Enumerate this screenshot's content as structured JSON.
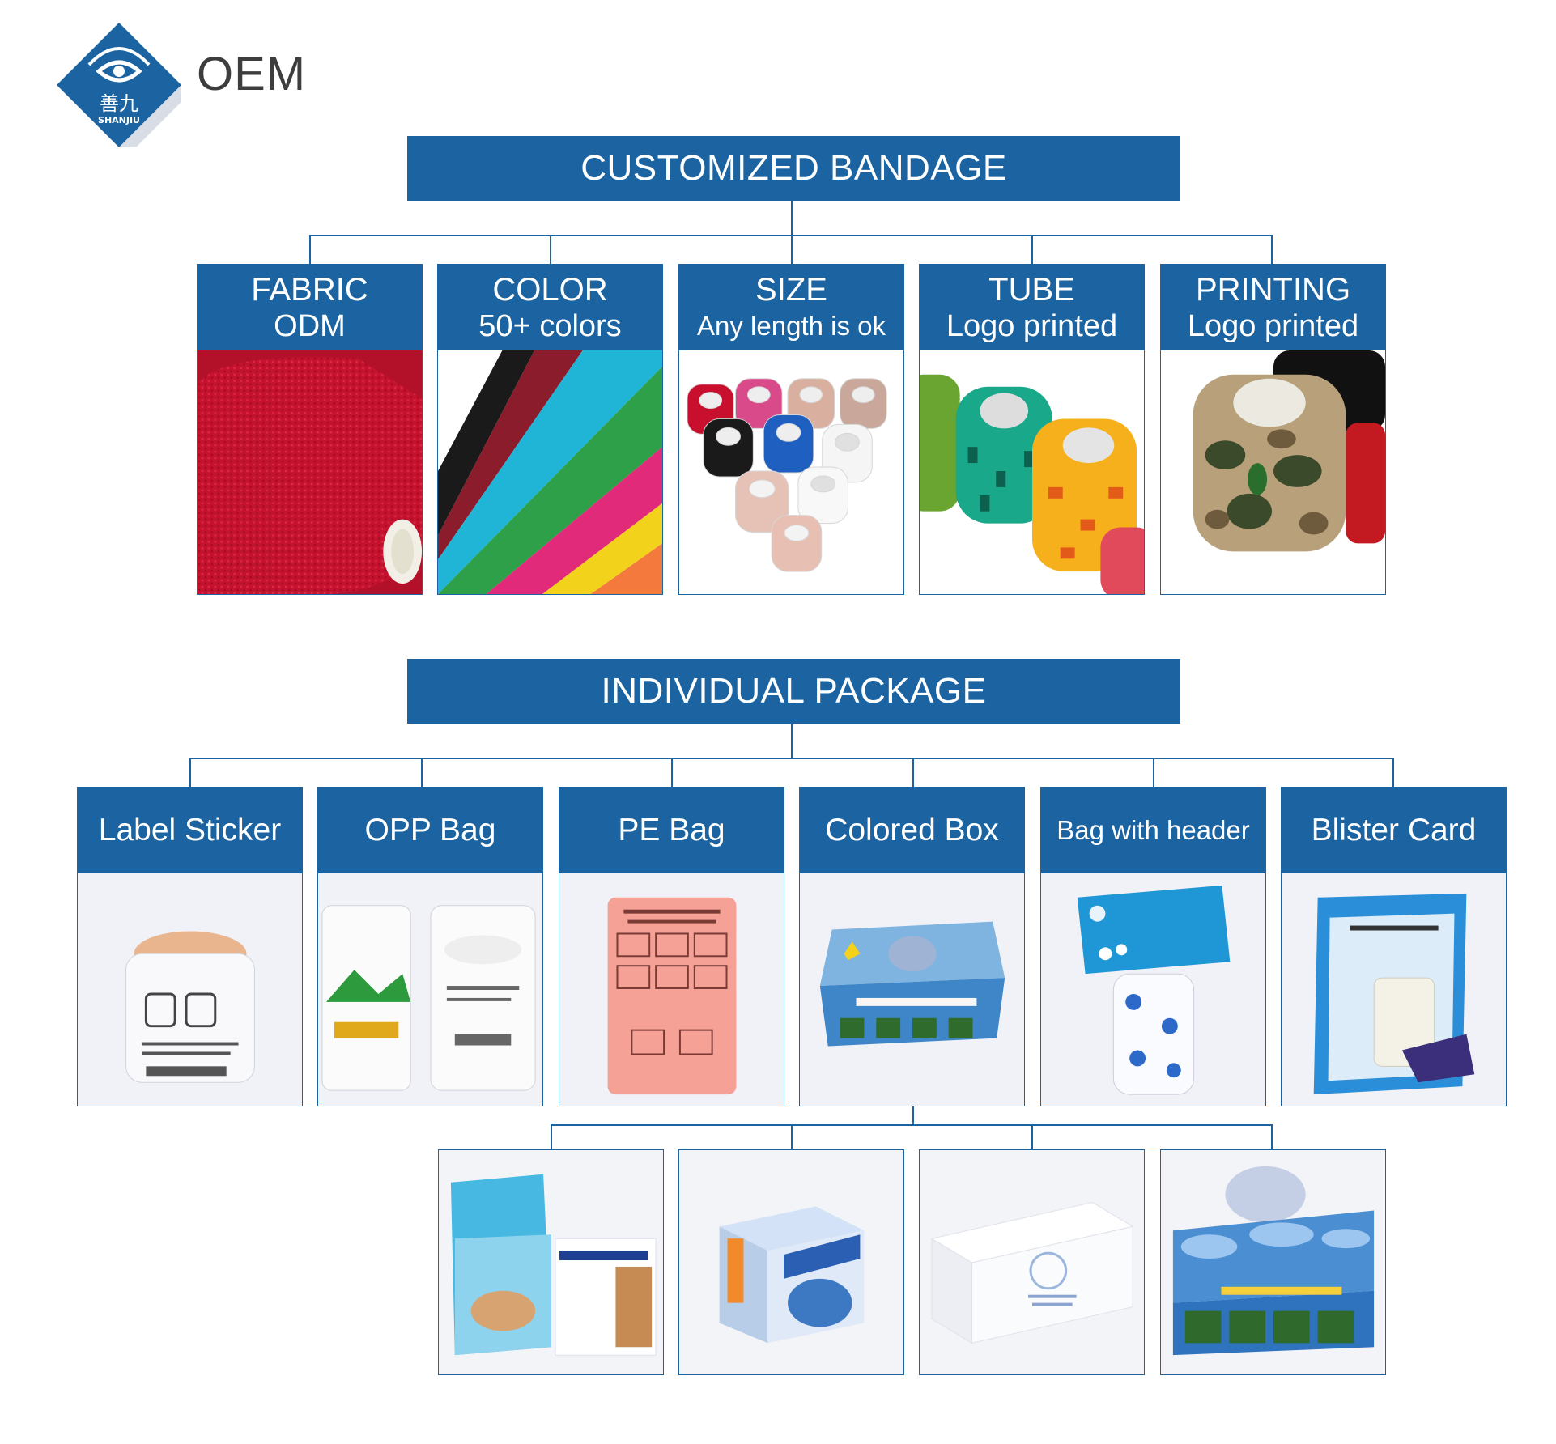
{
  "brand": {
    "name_cn": "善九",
    "name_en": "SHANJIU",
    "oem_label": "OEM"
  },
  "customized": {
    "title": "CUSTOMIZED BANDAGE",
    "items": [
      {
        "line1": "FABRIC",
        "line2": "ODM",
        "image_icon": "red-bandage-fabric"
      },
      {
        "line1": "COLOR",
        "line2": "50+ colors",
        "image_icon": "colorful-fabric-swatches"
      },
      {
        "line1": "SIZE",
        "line2": "Any length is ok",
        "image_icon": "assorted-bandage-rolls"
      },
      {
        "line1": "TUBE",
        "line2": "Logo printed",
        "image_icon": "printed-bandage-rolls"
      },
      {
        "line1": "PRINTING",
        "line2": "Logo printed",
        "image_icon": "camo-bandage-roll"
      }
    ]
  },
  "package": {
    "title": "INDIVIDUAL PACKAGE",
    "items": [
      {
        "label": "Label Sticker",
        "image_icon": "labeled-bandage-roll"
      },
      {
        "label": "OPP Bag",
        "image_icon": "opp-bag-rolls"
      },
      {
        "label": "PE Bag",
        "image_icon": "pe-bag-roll"
      },
      {
        "label": "Colored Box",
        "image_icon": "colored-box"
      },
      {
        "label": "Bag with header",
        "image_icon": "bag-with-header"
      },
      {
        "label": "Blister Card",
        "image_icon": "blister-card"
      }
    ],
    "box_variants": [
      {
        "image_icon": "cohesive-bandage-boxes"
      },
      {
        "image_icon": "clear-cube-box"
      },
      {
        "image_icon": "white-box"
      },
      {
        "image_icon": "display-box"
      }
    ]
  },
  "colors": {
    "brand_blue": "#1b64a1",
    "text_dark": "#3d3d3d"
  }
}
